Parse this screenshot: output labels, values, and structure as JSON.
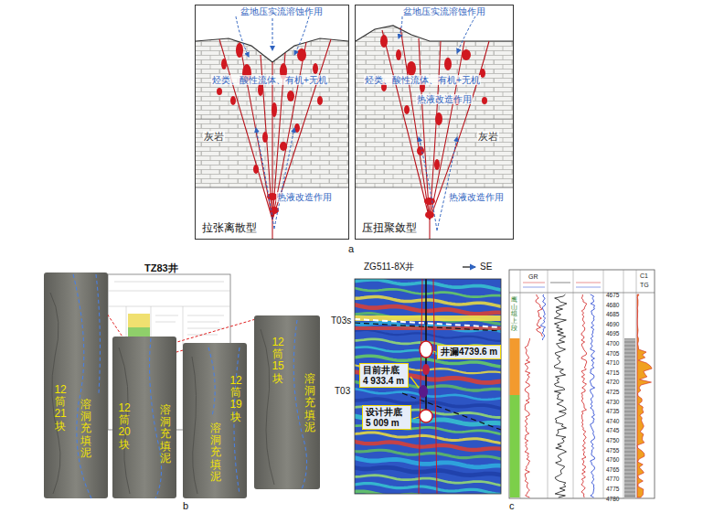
{
  "diagram": {
    "nodes": [
      {
        "text": [
          "拉张离散型"
        ]
      },
      {
        "text": [
          "压扭聚敛型"
        ]
      },
      {
        "text": [
          "目前井底 4 933.4 m"
        ]
      },
      {
        "text": [
          "设计井底 5 009 m"
        ]
      },
      {
        "text": [
          "井漏4739.6 m"
        ]
      }
    ],
    "labels": [
      "盆地压实流溶蚀作用",
      "烃类、酸性流体、有机+无机",
      "灰岩",
      "热液改造作用",
      "盆地压实流溶蚀作用",
      "烃类、酸性流体、有机+无机",
      "热液改造作用",
      "灰岩",
      "热液改造作用",
      "a",
      "TZ83井",
      "12筒21块",
      "溶洞充填泥",
      "12筒20块",
      "溶洞充填泥",
      "12筒19块",
      "溶洞充填泥",
      "12筒15块",
      "溶洞充填泥",
      "b",
      "ZG511-8X井",
      "SE",
      "T03s",
      "T03",
      "c",
      "GR",
      "C1",
      "TG",
      "鹰山组上段",
      "4675",
      "4680",
      "4685",
      "4690",
      "4695",
      "4700",
      "4705",
      "4710",
      "4715",
      "4720",
      "4725",
      "4730",
      "4735",
      "4740",
      "4745",
      "4750",
      "4755",
      "4760",
      "4765",
      "4770",
      "4775",
      "4780"
    ]
  }
}
